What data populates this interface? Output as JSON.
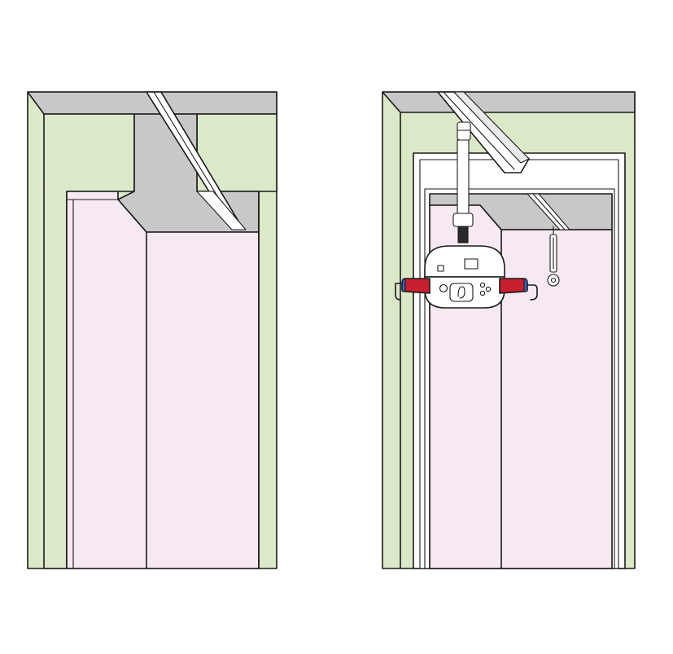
{
  "figure": {
    "panels": [
      {
        "id": "left",
        "description_key": "doorway-with-ceiling-track-cutout"
      },
      {
        "id": "right",
        "description_key": "doorway-with-ceiling-lift-motor-on-track"
      }
    ]
  },
  "colors": {
    "wall": "#dce9c8",
    "door": "#f6e9f1",
    "ceiling": "#c8c8c8",
    "lift_body": "#ffffff",
    "lift_arm": "#c8202e",
    "lift_arm_tip": "#3a5fb0",
    "outline": "#1a1a1a"
  },
  "icons": {
    "lift_motor": "ceiling-lift-motor-icon",
    "spreader_hooks": "spreader-bar-hook-icon"
  }
}
